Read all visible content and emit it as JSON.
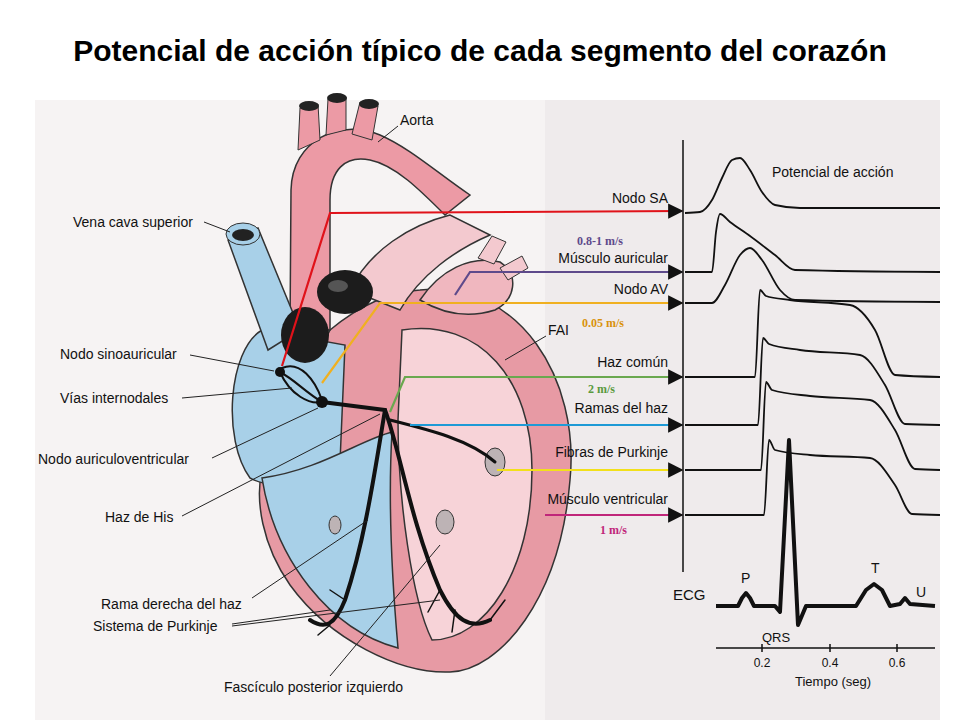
{
  "diagram": {
    "title": "Potencial de acción típico de cada segmento del corazón",
    "labels": [
      "Potencial de acción",
      "Aorta",
      "Nodo SA",
      "Vena cava superior",
      "0.8-1 m/s",
      "Músculo auricular",
      "Nodo AV",
      "0.05 m/s",
      "FAI",
      "Nodo sinoauricular",
      "Haz común",
      "2 m/s",
      "Vías internodales",
      "Ramas del haz",
      "Fibras de Purkinje",
      "Nodo auriculoventricular",
      "Músculo ventricular",
      "Haz de His",
      "1 m/s",
      "ECG",
      "P",
      "T",
      "QRS",
      "U",
      "Rama derecha del haz",
      "0.2",
      "0.4",
      "0.6",
      "Tiempo (seg)",
      "Sistema de Purkinje",
      "Fascículo posterior izquierdo"
    ]
  }
}
